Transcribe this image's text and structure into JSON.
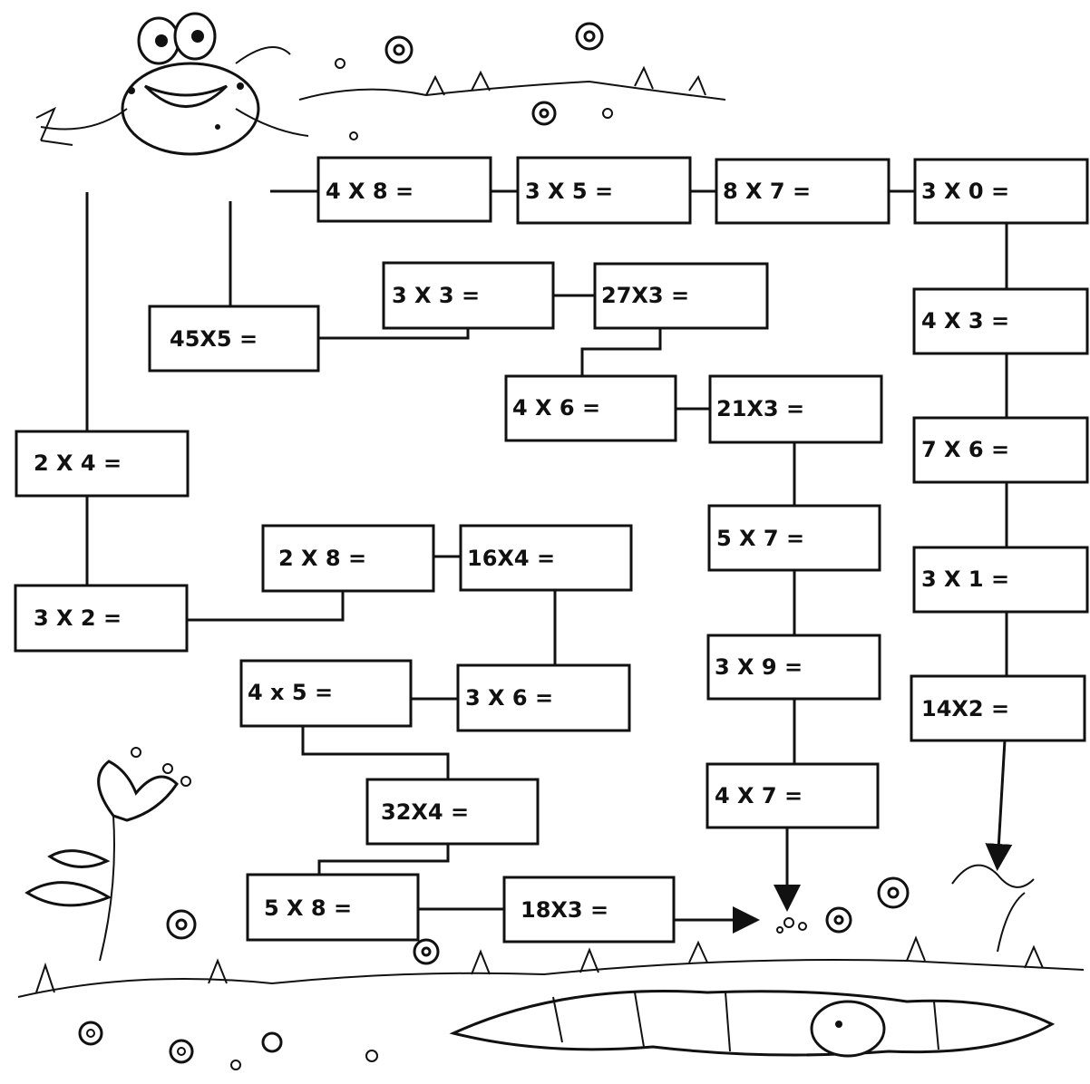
{
  "puzzle": {
    "boxes": [
      {
        "id": "b1",
        "text": "4 X 8 ="
      },
      {
        "id": "b2",
        "text": "3 X 5 ="
      },
      {
        "id": "b3",
        "text": "8 X 7 ="
      },
      {
        "id": "b4",
        "text": "3 X 0 ="
      },
      {
        "id": "b5",
        "text": "4 X 3 ="
      },
      {
        "id": "b6",
        "text": "7 X 6 ="
      },
      {
        "id": "b7",
        "text": "3 X 1 ="
      },
      {
        "id": "b8",
        "text": "14X2 ="
      },
      {
        "id": "b9",
        "text": "3 X 3 ="
      },
      {
        "id": "b10",
        "text": "27X3 ="
      },
      {
        "id": "b11",
        "text": "45X5 ="
      },
      {
        "id": "b12",
        "text": "4 X 6 ="
      },
      {
        "id": "b13",
        "text": "21X3 ="
      },
      {
        "id": "b14",
        "text": "2 X 4 ="
      },
      {
        "id": "b15",
        "text": "5 X 7 ="
      },
      {
        "id": "b16",
        "text": "2 X 8 ="
      },
      {
        "id": "b17",
        "text": "16X4 ="
      },
      {
        "id": "b18",
        "text": "3 X 2 ="
      },
      {
        "id": "b19",
        "text": "4 x 5 ="
      },
      {
        "id": "b20",
        "text": "3 X 6 ="
      },
      {
        "id": "b21",
        "text": "3 X 9 ="
      },
      {
        "id": "b22",
        "text": "32X4 ="
      },
      {
        "id": "b23",
        "text": "4 X 7 ="
      },
      {
        "id": "b24",
        "text": "5 X 8 ="
      },
      {
        "id": "b25",
        "text": "18X3 ="
      }
    ]
  },
  "illustrations": {
    "top": "frog-icon",
    "bottom": "worm-icon",
    "flowers": "flower-icon"
  }
}
